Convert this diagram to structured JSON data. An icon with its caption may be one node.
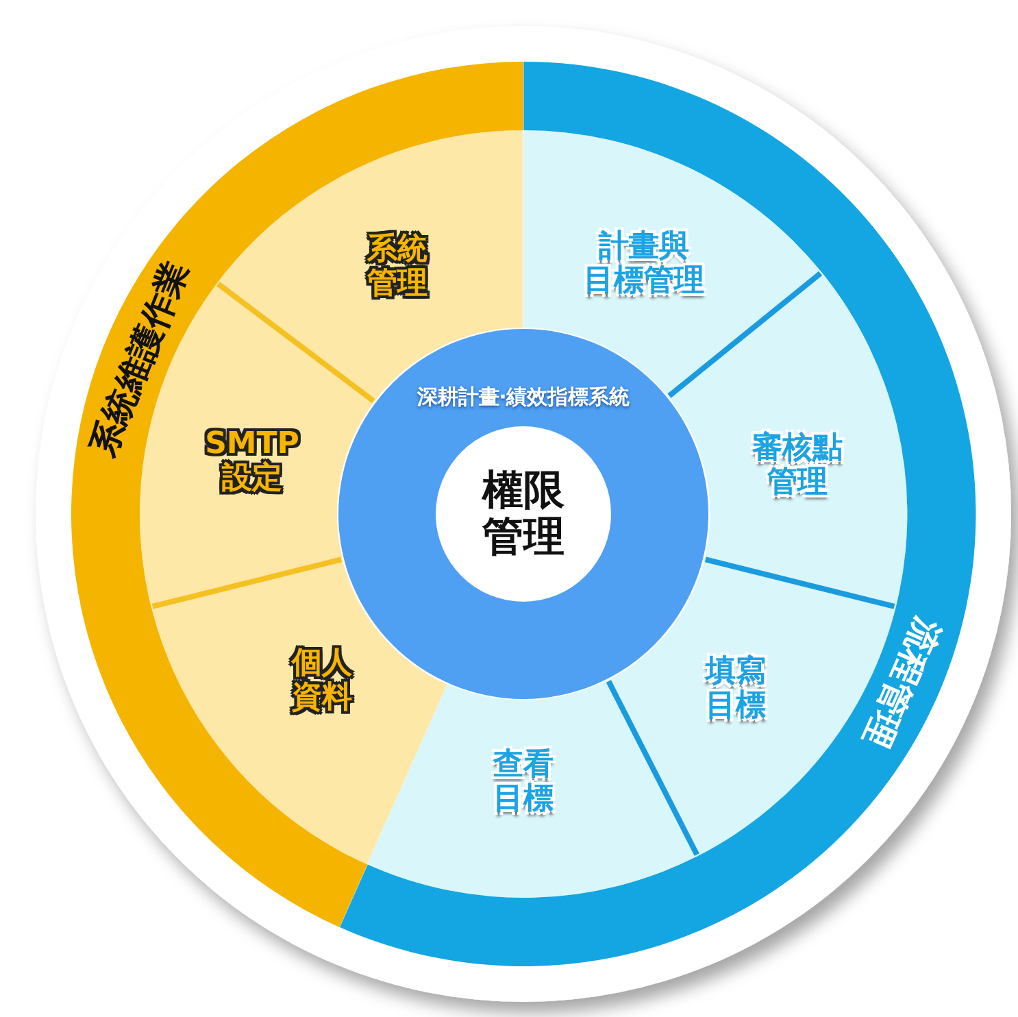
{
  "diagram": {
    "nodes": [
      {
        "text": [
          "系統維護作業"
        ]
      },
      {
        "text": [
          "系統管理"
        ]
      },
      {
        "text": [
          "SMTP 設定"
        ]
      },
      {
        "text": [
          "個人資料"
        ]
      },
      {
        "text": [
          "流程管理"
        ]
      },
      {
        "text": [
          "計畫與目標管理"
        ]
      },
      {
        "text": [
          "審核點管理"
        ]
      },
      {
        "text": [
          "填寫目標"
        ]
      },
      {
        "text": [
          "查看目標"
        ]
      },
      {
        "text": [
          "深耕計畫‧績效指標系統"
        ]
      },
      {
        "text": [
          "權限管理"
        ],
        "in": 9
      }
    ]
  }
}
